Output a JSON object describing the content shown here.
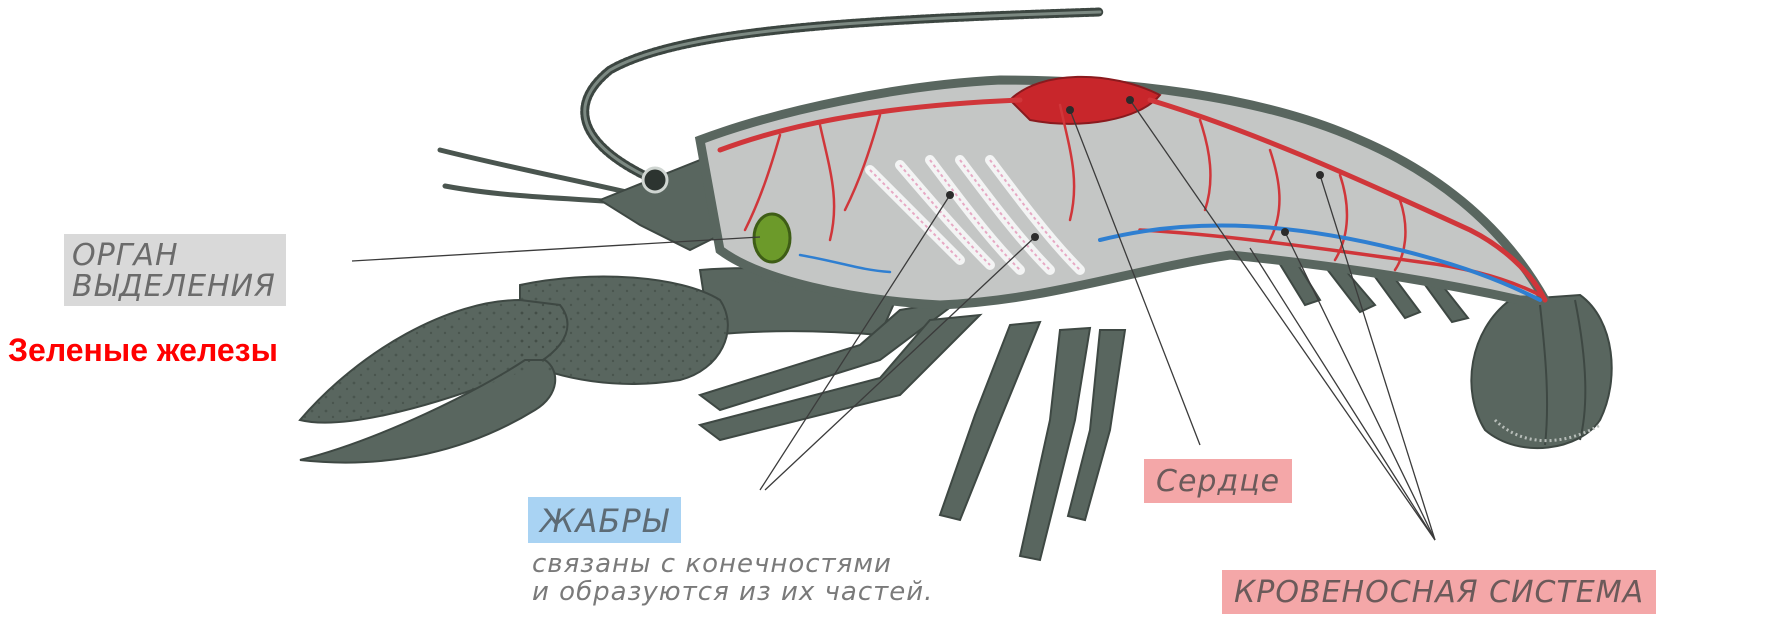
{
  "labels": {
    "organ": [
      "ОРГАН",
      "ВЫДЕЛЕНИЯ"
    ],
    "green_glands": "Зеленые железы",
    "gills": "ЖАБРЫ",
    "gills_note": [
      "связаны с конечностями",
      "и образуются из их частей."
    ],
    "heart": "Сердце",
    "blood_system": "КРОВЕНОСНАЯ СИСТЕМА"
  },
  "colors": {
    "shell": "#59665f",
    "body_cavity": "#c4c6c5",
    "artery": "#d0363a",
    "vein": "#2f7fd1",
    "gland": "#6c9a2a",
    "green_label": "#ff0000"
  }
}
